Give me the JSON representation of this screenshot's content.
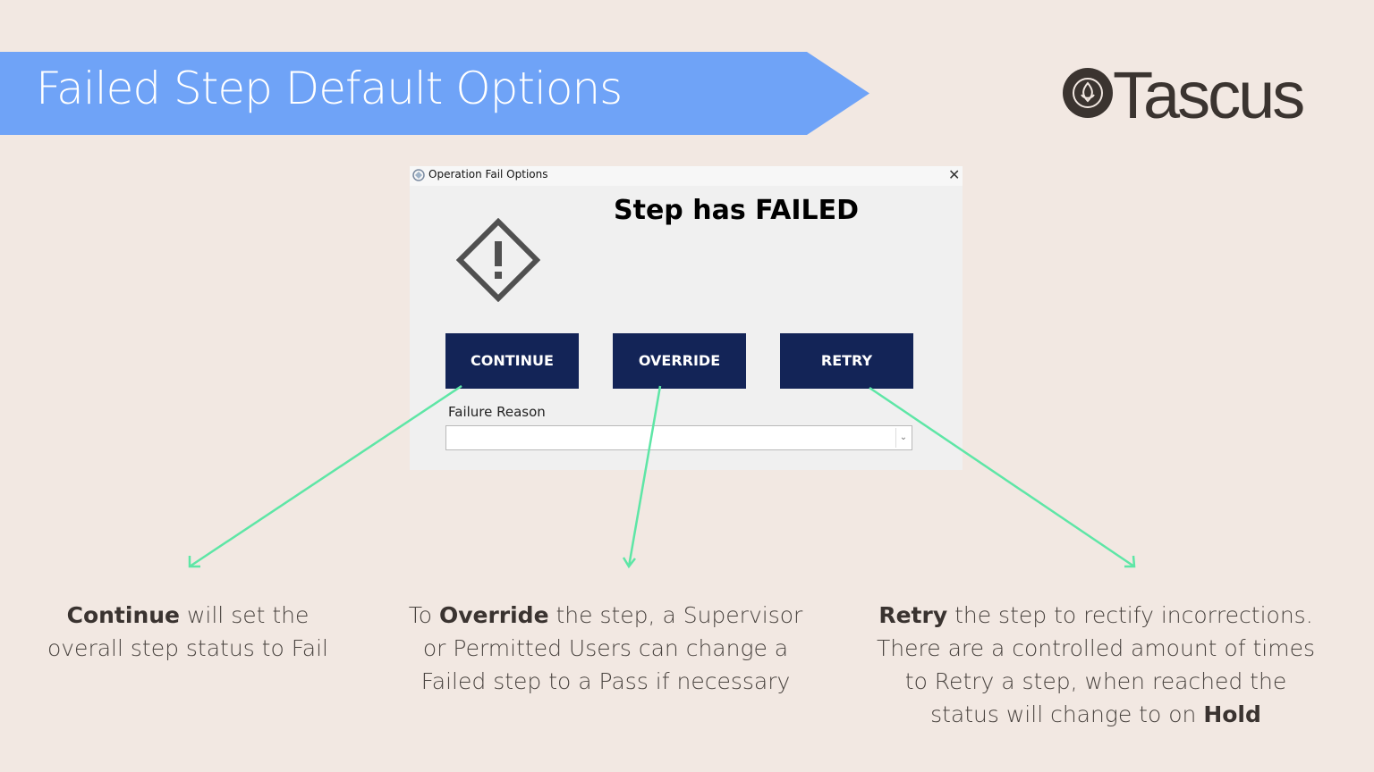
{
  "banner": {
    "title": "Failed Step Default Options"
  },
  "logo": {
    "text": "Tascus"
  },
  "dialog": {
    "title": "Operation Fail Options",
    "heading": "Step has FAILED",
    "buttons": {
      "continue": "CONTINUE",
      "override": "OVERRIDE",
      "retry": "RETRY"
    },
    "failure_reason_label": "Failure Reason",
    "failure_reason_value": ""
  },
  "captions": {
    "continue": {
      "bold": "Continue",
      "line1_rest": " will  set the",
      "line2": "overall step status to Fail"
    },
    "override": {
      "line1_pre": "To ",
      "bold": "Override",
      "line1_post": " the step, a Supervisor",
      "line2": "or Permitted Users can change a",
      "line3": "Failed step to a Pass if necessary"
    },
    "retry": {
      "bold": "Retry",
      "line1_rest": " the step to rectify incorrections.",
      "line2": "There are a controlled amount of times",
      "line3": "to Retry a step, when reached the",
      "line4_pre": "status will change to on ",
      "bold_end": "Hold"
    }
  },
  "colors": {
    "banner": "#6fa3f7",
    "background": "#f2e8e2",
    "button": "#132457",
    "arrow": "#5ee6a6"
  },
  "icons": [
    "app-icon",
    "close-icon",
    "warning-diamond-icon",
    "chevron-down-icon",
    "logo-mark-icon"
  ]
}
